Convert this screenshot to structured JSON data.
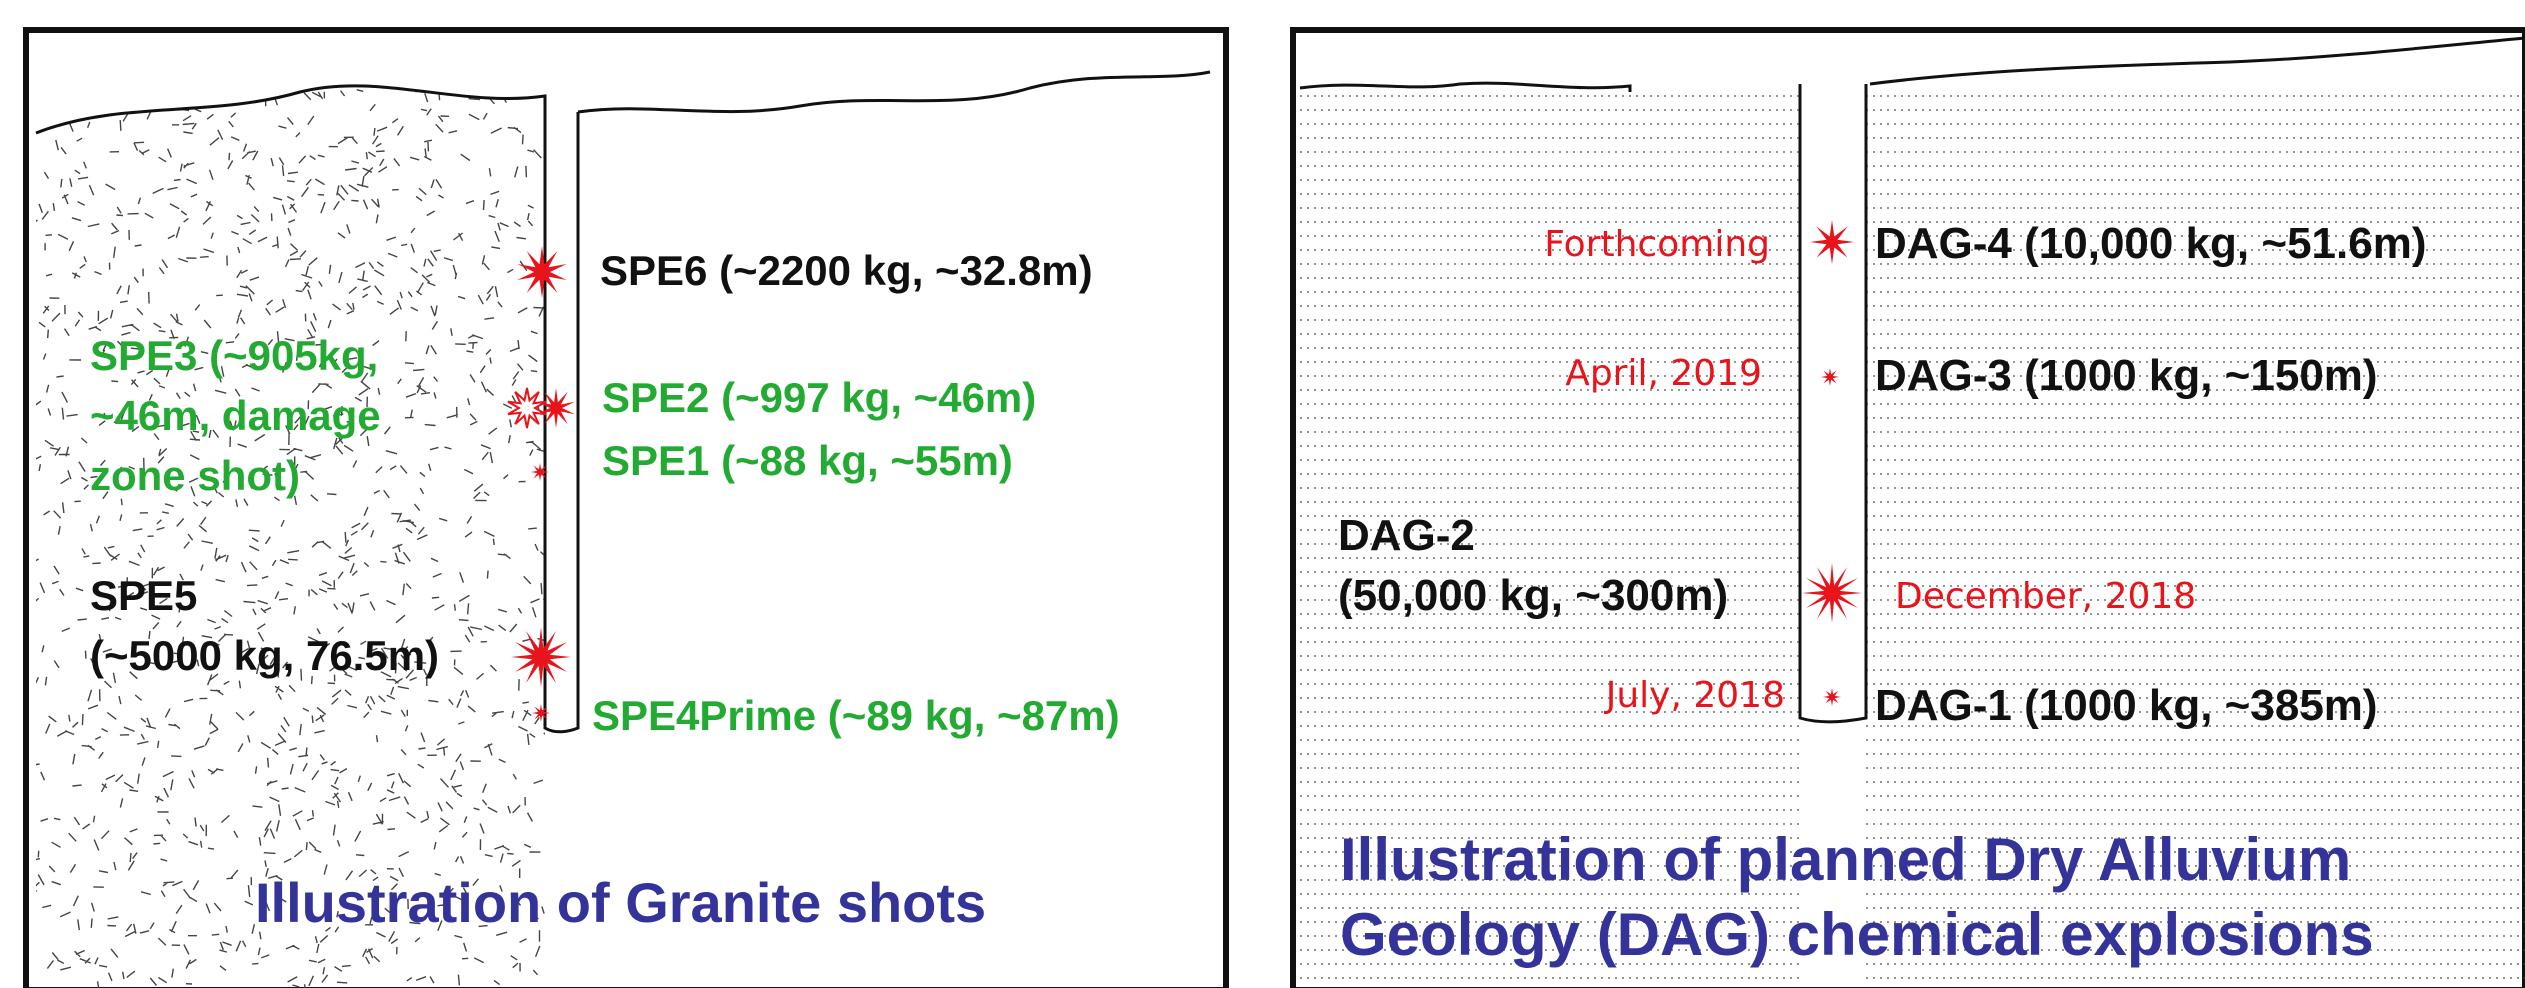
{
  "colors": {
    "black": "#111111",
    "green": "#22aa33",
    "red": "#e8141c",
    "title_blue": "#33339a",
    "frame": "#111111"
  },
  "granite": {
    "title": "Illustration of Granite shots",
    "shots": [
      {
        "id": "spe6",
        "label": "SPE6 (~2200 kg, ~32.8m)",
        "color": "black",
        "marker": "large"
      },
      {
        "id": "spe3",
        "label_lines": [
          "SPE3 (~905kg,",
          "~46m, damage",
          "zone shot)"
        ],
        "color": "green",
        "marker": "hollow"
      },
      {
        "id": "spe2",
        "label": "SPE2 (~997 kg, ~46m)",
        "color": "green",
        "marker": "medium"
      },
      {
        "id": "spe1",
        "label": "SPE1 (~88 kg, ~55m)",
        "color": "green",
        "marker": "small"
      },
      {
        "id": "spe5",
        "label_lines": [
          "SPE5",
          "(~5000 kg, 76.5m)"
        ],
        "color": "black",
        "marker": "xlarge"
      },
      {
        "id": "spe4prime",
        "label": "SPE4Prime (~89 kg, ~87m)",
        "color": "green",
        "marker": "small"
      }
    ]
  },
  "dag": {
    "title_lines": [
      "Illustration of planned Dry Alluvium",
      "Geology (DAG) chemical explosions"
    ],
    "shots": [
      {
        "id": "dag4",
        "label": "DAG-4 (10,000 kg, ~51.6m)",
        "date": "Forthcoming",
        "marker": "large"
      },
      {
        "id": "dag3",
        "label": "DAG-3 (1000 kg, ~150m)",
        "date": "April, 2019",
        "marker": "small"
      },
      {
        "id": "dag2",
        "label_lines": [
          "DAG-2",
          "(50,000 kg, ~300m)"
        ],
        "date": "December, 2018",
        "marker": "xlarge"
      },
      {
        "id": "dag1",
        "label": "DAG-1 (1000 kg, ~385m)",
        "date": "July, 2018",
        "marker": "small"
      }
    ]
  }
}
